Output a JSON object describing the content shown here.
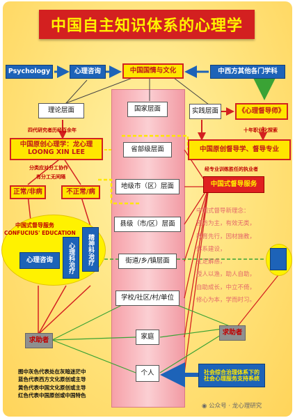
{
  "title": "中国自主知识体系的心理学",
  "top_row": {
    "psychology": "Psychology",
    "counseling": "心理咨询",
    "china_culture": "中国国情与文化",
    "western_disciplines": "中西方其他各门学科"
  },
  "left": {
    "theory": "理论层面",
    "note_history": "四代研究者历经百余年",
    "loong_line1": "中国原创心理学：龙心理",
    "loong_line2": "LOONG XIN LEE",
    "note_division": "分类应对分工协作",
    "note_labor": "有分工无间隔",
    "normal": "正常/非病",
    "abnormal": "不正常/病"
  },
  "ellipse": {
    "title_line1": "中国式督导服务",
    "title_line2": "CONFUCIUS' EDUCATION",
    "counseling": "心理咨询",
    "therapy": "心理科治疗",
    "psychiatry": "精神科治疗"
  },
  "pillar": [
    "国家层面",
    "省部级层面",
    "地级市（区）层面",
    "县级（市/区）层面",
    "街道/乡/镇层面",
    "学校/社区/村/单位",
    "家庭",
    "个人"
  ],
  "right": {
    "practice": "实践层面",
    "supervisor_book": "《心理督导师》",
    "note_decade": "十年职业化探索",
    "original_line1": "中国原创督导学、督导专业",
    "note_trained": "经专业训练胜任的执业者",
    "service": "中国式督导服务"
  },
  "principles": [
    "中国式督导新理念：",
    "预防为主，有效无类，",
    "教育先行，因材施教，",
    "体系建设，",
    "立足解惑，",
    "授人以渔，助人自助，",
    "自助成长，中立不倚，",
    "修心为本，学而时习。"
  ],
  "help_seeker_left": "求助者",
  "help_seeker_right": "求助者",
  "social_line1": "社会综合治理体系下的",
  "social_line2": "社会心理服务支持系统",
  "legend": [
    "图中灰色代表处在灰暗迷茫中",
    "蓝色代表西方文化原创或主导",
    "黄色代表中国文化原创或主导",
    "红色代表中国原创或中国特色"
  ],
  "watermark": "公众号 · 龙心理研究"
}
